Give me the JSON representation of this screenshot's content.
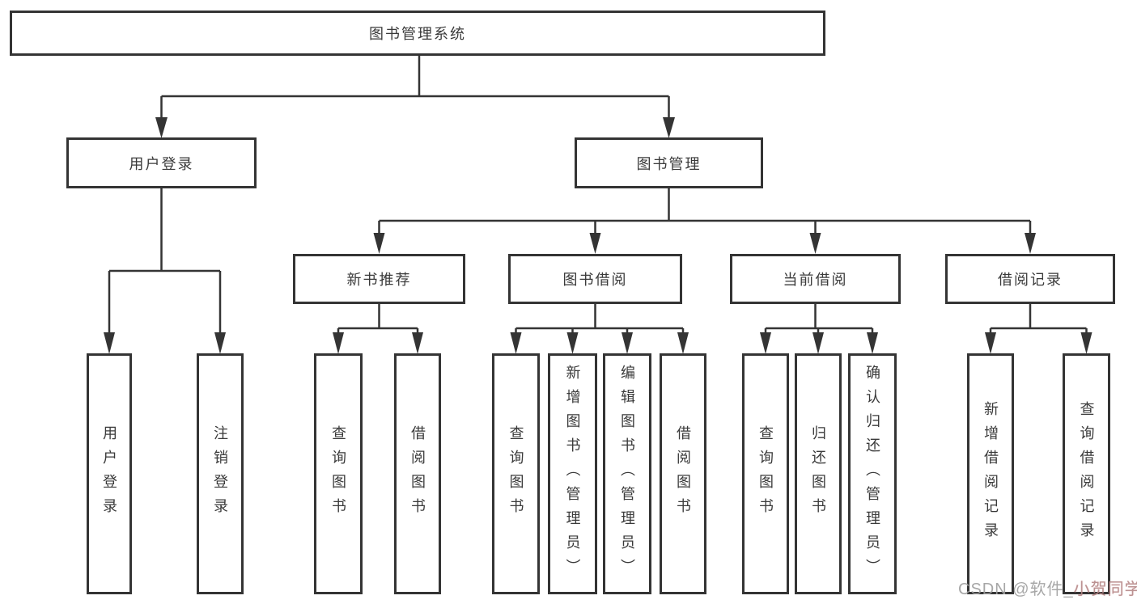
{
  "diagram": {
    "type": "tree-diagram",
    "background": "#ffffff",
    "line_color": "#343434",
    "box_border_color": "#343434",
    "text_color": "#3a3a3a"
  },
  "tree": {
    "label": "图书管理系统",
    "children": [
      {
        "label": "用户登录",
        "children": [
          {
            "label": "用户登录"
          },
          {
            "label": "注销登录"
          }
        ]
      },
      {
        "label": "图书管理",
        "children": [
          {
            "label": "新书推荐",
            "children": [
              {
                "label": "查询图书"
              },
              {
                "label": "借阅图书"
              }
            ]
          },
          {
            "label": "图书借阅",
            "children": [
              {
                "label": "查询图书"
              },
              {
                "label": "新增图书（管理员）"
              },
              {
                "label": "编辑图书（管理员）"
              },
              {
                "label": "借阅图书"
              }
            ]
          },
          {
            "label": "当前借阅",
            "children": [
              {
                "label": "查询图书"
              },
              {
                "label": "归还图书"
              },
              {
                "label": "确认归还（管理员）"
              }
            ]
          },
          {
            "label": "借阅记录",
            "children": [
              {
                "label": "新增借阅记录"
              },
              {
                "label": "查询借阅记录"
              }
            ]
          }
        ]
      }
    ]
  },
  "watermark": {
    "part1": "CSDN @软件_",
    "part2": "小贺同学",
    "gray_color": "#9e9e9e",
    "red_color": "#b48787"
  }
}
